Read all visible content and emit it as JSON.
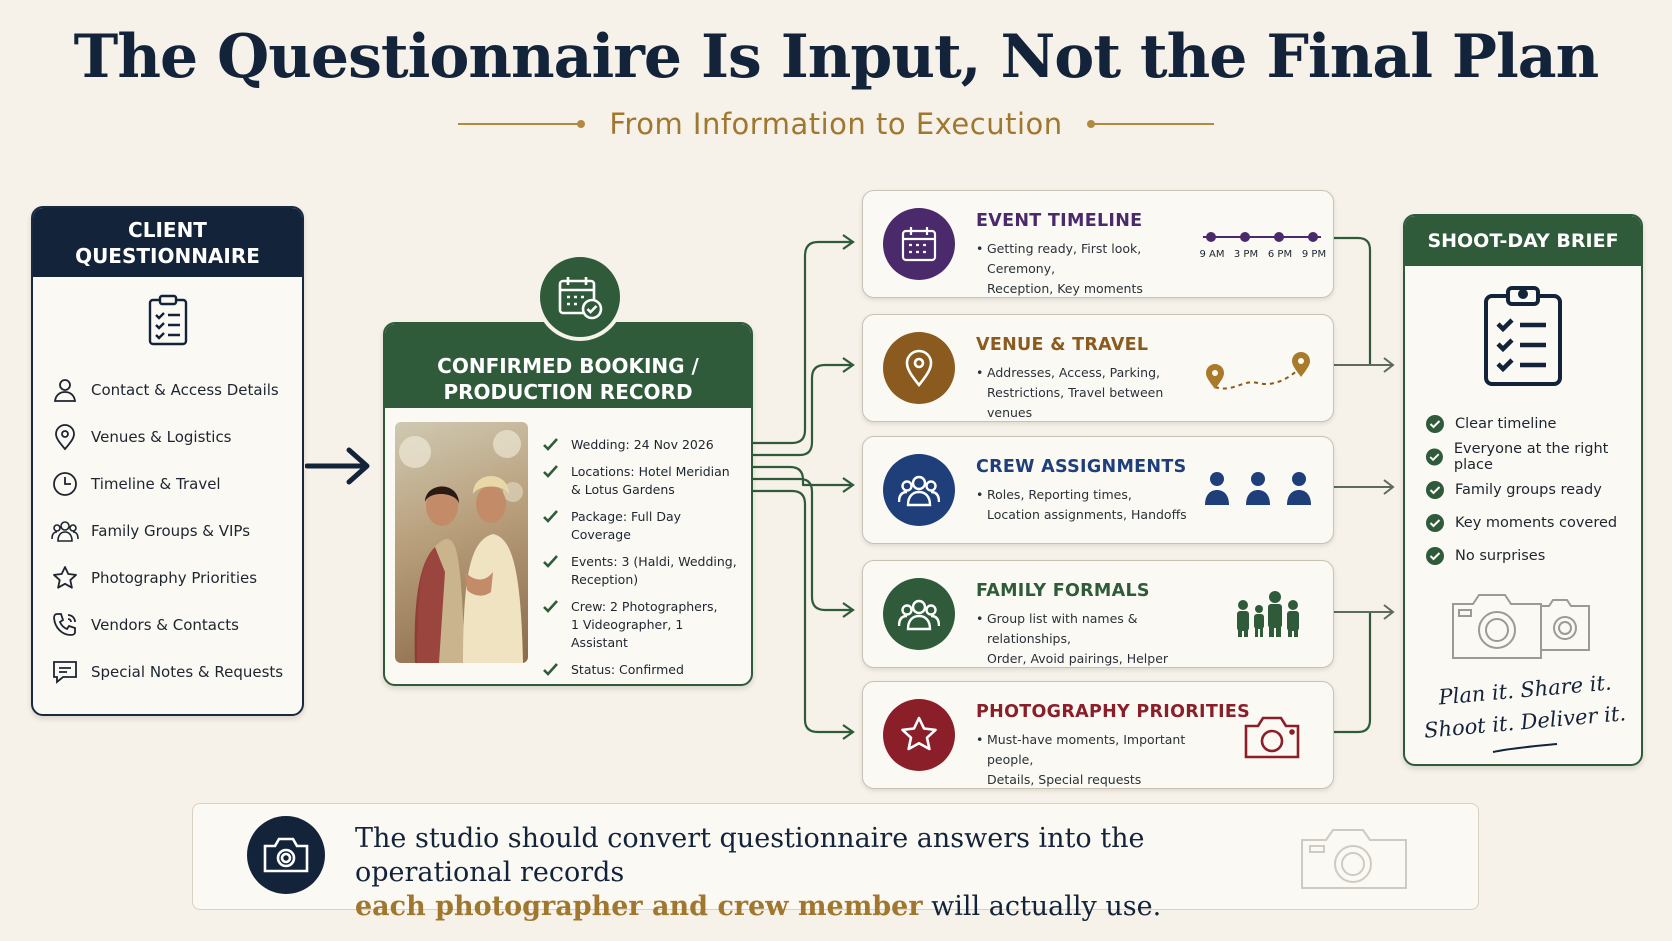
{
  "title": "The Questionnaire Is Input, Not the Final Plan",
  "subtitle": "From Information to Execution",
  "questionnaire": {
    "title_line1": "CLIENT",
    "title_line2": "QUESTIONNAIRE",
    "items": [
      {
        "label": "Contact & Access Details",
        "icon": "person-icon"
      },
      {
        "label": "Venues & Logistics",
        "icon": "location-pin-icon"
      },
      {
        "label": "Timeline & Travel",
        "icon": "clock-icon"
      },
      {
        "label": "Family Groups & VIPs",
        "icon": "group-icon"
      },
      {
        "label": "Photography Priorities",
        "icon": "star-icon"
      },
      {
        "label": "Vendors & Contacts",
        "icon": "phone-icon"
      },
      {
        "label": "Special Notes & Requests",
        "icon": "message-icon"
      }
    ]
  },
  "booking": {
    "title_line1": "CONFIRMED BOOKING /",
    "title_line2": "PRODUCTION RECORD",
    "items": [
      {
        "line1": "Wedding: 24 Nov 2026",
        "line2": ""
      },
      {
        "line1": "Locations: Hotel Meridian",
        "line2": "& Lotus Gardens"
      },
      {
        "line1": "Package: Full Day Coverage",
        "line2": ""
      },
      {
        "line1": "Events: 3 (Haldi, Wedding,",
        "line2": "Reception)"
      },
      {
        "line1": "Crew: 2 Photographers,",
        "line2": "1 Videographer, 1 Assistant"
      },
      {
        "line1": "Status: Confirmed",
        "line2": ""
      }
    ]
  },
  "outputs": [
    {
      "title": "EVENT TIMELINE",
      "line1": "Getting ready, First look, Ceremony,",
      "line2": "Reception, Key moments",
      "color": "#4a2a6b",
      "icon": "calendar-icon"
    },
    {
      "title": "VENUE & TRAVEL",
      "line1": "Addresses, Access, Parking,",
      "line2": "Restrictions, Travel between venues",
      "color": "#8a5a1e",
      "icon": "location-pin-icon"
    },
    {
      "title": "CREW ASSIGNMENTS",
      "line1": "Roles, Reporting times,",
      "line2": "Location assignments, Handoffs",
      "color": "#1f3f7a",
      "icon": "group-icon"
    },
    {
      "title": "FAMILY FORMALS",
      "line1": "Group list with names & relationships,",
      "line2": "Order, Avoid pairings, Helper",
      "color": "#2f5b3a",
      "icon": "group-icon"
    },
    {
      "title": "PHOTOGRAPHY PRIORITIES",
      "line1": "Must-have moments, Important people,",
      "line2": "Details, Special requests",
      "color": "#8a1f2a",
      "icon": "star-icon"
    }
  ],
  "timeline_ticks": [
    "9 AM",
    "3 PM",
    "6 PM",
    "9 PM"
  ],
  "brief": {
    "title": "SHOOT-DAY BRIEF",
    "items": [
      "Clear timeline",
      "Everyone at the right place",
      "Family groups ready",
      "Key moments covered",
      "No surprises"
    ],
    "tagline_line1": "Plan it. Share it.",
    "tagline_line2": "Shoot it. Deliver it."
  },
  "banner": {
    "text_part1": "The studio should convert questionnaire answers into the operational records",
    "text_highlight": "each photographer and crew member",
    "text_part2": " will actually use."
  },
  "colors": {
    "navy": "#13233a",
    "green": "#2f5b3a",
    "gold": "#a0772f",
    "background": "#f6f2e9"
  }
}
